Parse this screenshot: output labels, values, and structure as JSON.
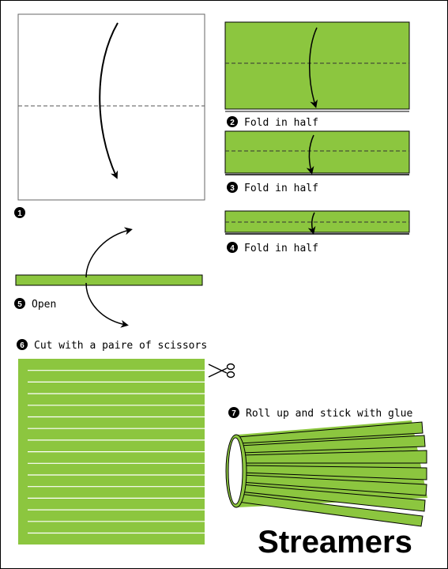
{
  "colors": {
    "paper_green": "#8cc63f",
    "edge": "#000000",
    "fold_line": "#000000"
  },
  "steps": [
    {
      "number": "1",
      "label": ""
    },
    {
      "number": "2",
      "label": "Fold in half"
    },
    {
      "number": "3",
      "label": "Fold in half"
    },
    {
      "number": "4",
      "label": "Fold in half"
    },
    {
      "number": "5",
      "label": "Open"
    },
    {
      "number": "6",
      "label": "Cut with a paire of scissors"
    },
    {
      "number": "7",
      "label": "Roll up and stick with glue"
    }
  ],
  "icons": {
    "scissors": "scissors-icon"
  },
  "title": "Streamers"
}
